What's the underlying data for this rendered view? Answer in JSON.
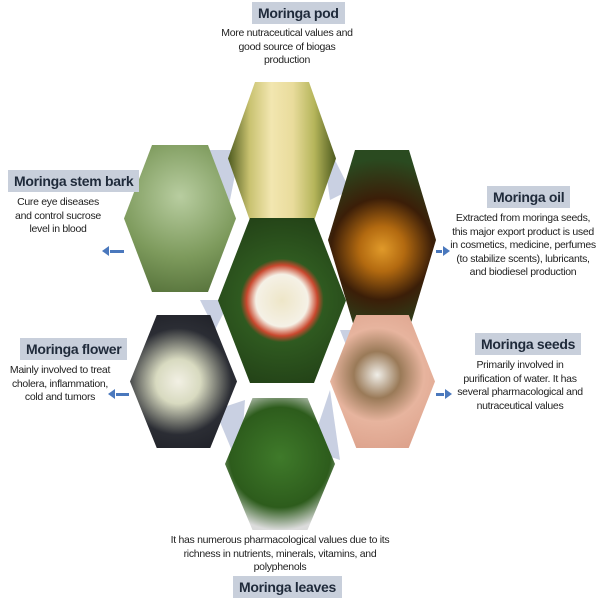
{
  "items": [
    {
      "id": "pod",
      "title": "Moringa pod",
      "description": "More nutraceutical values and good source of biogas production"
    },
    {
      "id": "stem-bark",
      "title": "Moringa stem bark",
      "description": "Cure eye diseases and control sucrose level in blood"
    },
    {
      "id": "oil",
      "title": "Moringa oil",
      "description": "Extracted from moringa seeds, this major export product is used in cosmetics, medicine, perfumes (to stabilize scents), lubricants, and biodiesel production"
    },
    {
      "id": "flower",
      "title": "Moringa flower",
      "description": "Mainly involved to treat cholera, inflammation, cold and tumors"
    },
    {
      "id": "seeds",
      "title": "Moringa seeds",
      "description": "Primarily involved in purification of water. It has several pharmacological and nutraceutical values"
    },
    {
      "id": "leaves",
      "title": "Moringa leaves",
      "description": "It has numerous pharmacological values due to its richness in nutrients, minerals, vitamins, and polyphenols"
    }
  ],
  "colors": {
    "label_bg": "#c8cfdb",
    "arrow": "#4a78bd",
    "connector": "#c9d0e2"
  }
}
